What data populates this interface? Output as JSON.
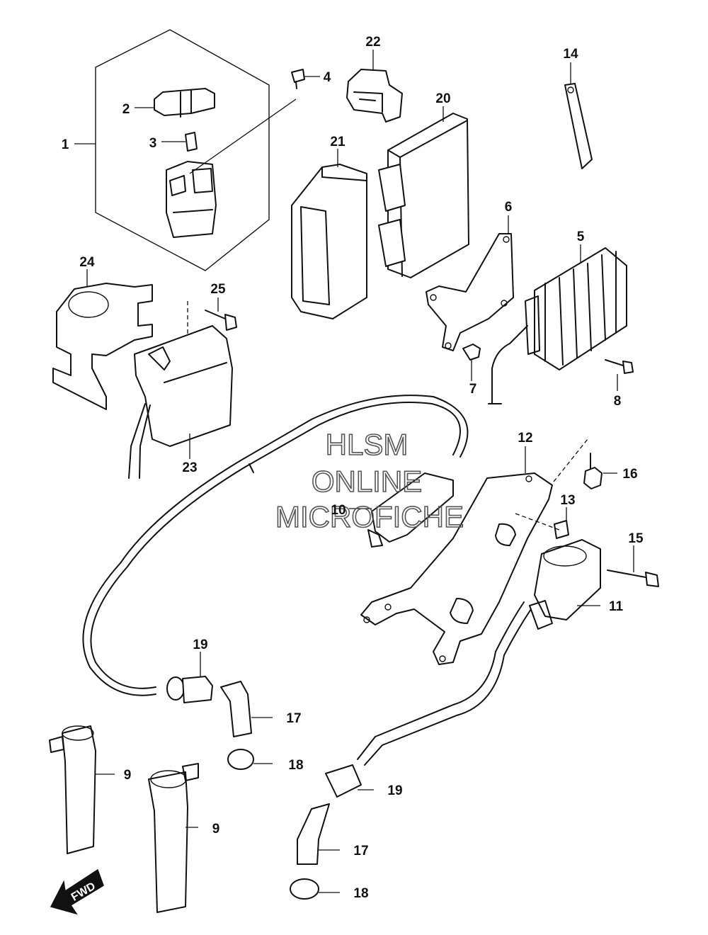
{
  "watermark": {
    "line1": "HLSM",
    "line2": "ONLINE",
    "line3": "MICROFICHE"
  },
  "fwd_label": "FWD",
  "callouts": {
    "c1": "1",
    "c2": "2",
    "c3": "3",
    "c4": "4",
    "c5": "5",
    "c6": "6",
    "c7": "7",
    "c8": "8",
    "c9a": "9",
    "c9b": "9",
    "c10": "10",
    "c11": "11",
    "c12": "12",
    "c13": "13",
    "c14": "14",
    "c15": "15",
    "c16": "16",
    "c17a": "17",
    "c17b": "17",
    "c18a": "18",
    "c18b": "18",
    "c19a": "19",
    "c19b": "19",
    "c20": "20",
    "c21": "21",
    "c22": "22",
    "c23": "23",
    "c24": "24",
    "c25": "25"
  },
  "colors": {
    "line": "#111111",
    "watermark": "#555555",
    "background": "#ffffff"
  }
}
